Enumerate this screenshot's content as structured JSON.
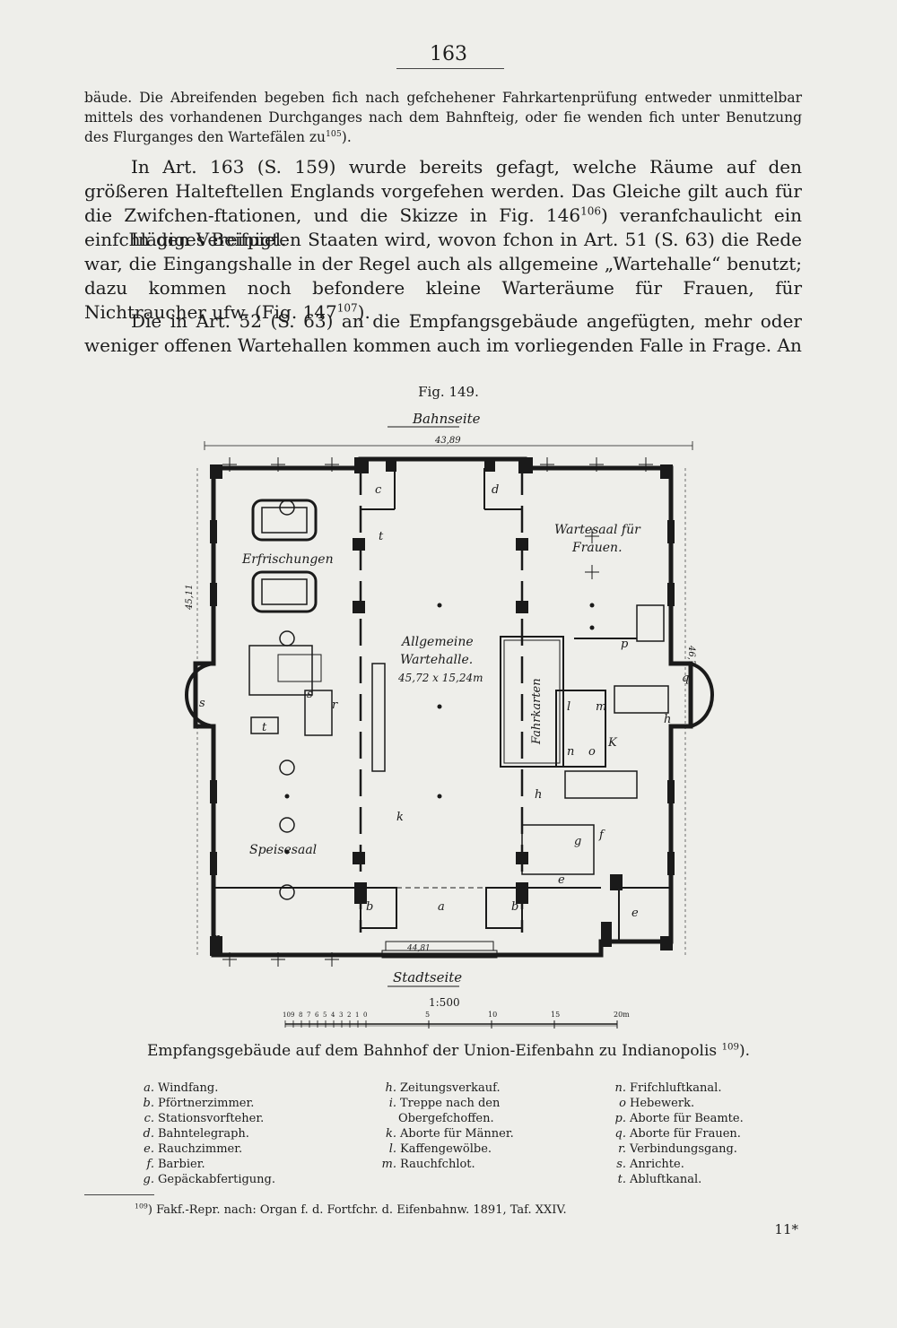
{
  "page": {
    "number": "163",
    "sheet_mark": "11*"
  },
  "text": {
    "para1": "bäude. Die Abreifenden begeben fich nach gefchehener Fahrkartenprüfung entweder unmittelbar mittels des vorhandenen Durchganges nach dem Bahnfteig, oder fie wenden fich unter Benutzung des Flurganges den Wartefälen zu",
    "para1_ref": "105",
    "para1_end": ").",
    "para2": "In Art. 163 (S. 159) wurde bereits gefagt, welche Räume auf den größeren Halteftellen Englands vorgefehen werden. Das Gleiche gilt auch für die Zwifchen-ftationen, und die Skizze in Fig. 146",
    "para2_ref": "106",
    "para2_end": ") veranfchaulicht ein einfchlägiges Beifpiel.",
    "para3": "In den Vereinigten Staaten wird, wovon fchon in Art. 51 (S. 63) die Rede war, die Eingangshalle in der Regel auch als allgemeine „Wartehalle“ benutzt; dazu kommen noch befondere kleine Warteräume für Frauen, für Nichtraucher ufw. (Fig. 147",
    "para3_ref": "107",
    "para3_end": ").",
    "para4": "Die in Art. 52 (S. 63) an die Empfangsgebäude angefügten, mehr oder weniger offenen Wartehallen kommen auch im vorliegenden Falle in Frage. An"
  },
  "figure": {
    "label": "Fig. 149.",
    "top_label": "Bahnseite",
    "bottom_label": "Stadtseite",
    "dim_top": "43,89",
    "dim_left": "45,11",
    "dim_right": "46,7",
    "dim_bottom": "44,81",
    "room_refreshments": "Erfrischungen",
    "room_women_line1": "Wartesaal für",
    "room_women_line2": "Frauen.",
    "hall_line1": "Allgemeine",
    "hall_line2": "Wartehalle.",
    "hall_dims": "45,72 x 15,24m",
    "room_dining": "Speisesaal",
    "ticket_office": "Fahrkarten",
    "scale_label": "1:500",
    "scale_ticks_left": [
      "10",
      "9",
      "8",
      "7",
      "6",
      "5",
      "4",
      "3",
      "2",
      "1",
      "0"
    ],
    "scale_ticks_right": [
      "5",
      "10",
      "15",
      "20m"
    ],
    "caption": "Empfangsgebäude auf dem Bahnhof der Union-Eifenbahn zu Indianopolis",
    "caption_ref": "109",
    "caption_end": ")."
  },
  "legend": {
    "col1": [
      {
        "letter": "a.",
        "text": "Windfang."
      },
      {
        "letter": "b.",
        "text": "Pförtnerzimmer."
      },
      {
        "letter": "c.",
        "text": "Stationsvorfteher."
      },
      {
        "letter": "d.",
        "text": "Bahntelegraph."
      },
      {
        "letter": "e.",
        "text": "Rauchzimmer."
      },
      {
        "letter": "f.",
        "text": "Barbier."
      },
      {
        "letter": "g.",
        "text": "Gepäckabfertigung."
      }
    ],
    "col2": [
      {
        "letter": "h.",
        "text": "Zeitungsverkauf."
      },
      {
        "letter": "i.",
        "text": "Treppe nach den"
      },
      {
        "letter": "",
        "text": "Obergefchoffen."
      },
      {
        "letter": "k.",
        "text": "Aborte für Männer."
      },
      {
        "letter": "l.",
        "text": "Kaffengewölbe."
      },
      {
        "letter": "m.",
        "text": "Rauchfchlot."
      }
    ],
    "col3": [
      {
        "letter": "n.",
        "text": "Frifchluftkanal."
      },
      {
        "letter": "o",
        "text": "Hebewerk."
      },
      {
        "letter": "p.",
        "text": "Aborte für Beamte."
      },
      {
        "letter": "q.",
        "text": "Aborte für Frauen."
      },
      {
        "letter": "r.",
        "text": "Verbindungsgang."
      },
      {
        "letter": "s.",
        "text": "Anrichte."
      },
      {
        "letter": "t.",
        "text": "Abluftkanal."
      }
    ]
  },
  "footnote": {
    "ref": "109",
    "text": ") Fakf.-Repr. nach: Organ f. d. Fortfchr. d. Eifenbahnw. 1891, Taf. XXIV."
  }
}
